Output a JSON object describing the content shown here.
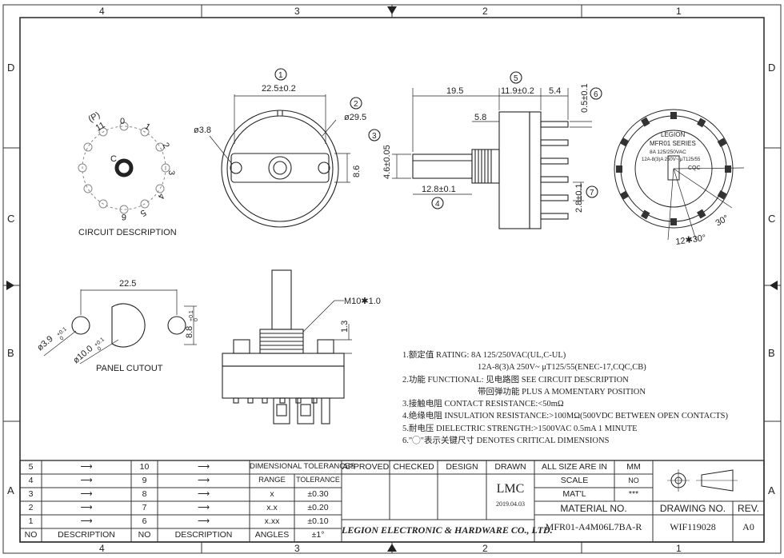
{
  "border": {
    "cols": [
      "4",
      "3",
      "2",
      "1"
    ],
    "rows": [
      "D",
      "C",
      "B",
      "A"
    ]
  },
  "views": {
    "circuit": {
      "caption": "CIRCUIT DESCRIPTION",
      "pins": [
        "0",
        "1",
        "2",
        "3",
        "4",
        "5",
        "6",
        "11",
        "(P)",
        "C"
      ]
    },
    "front": {
      "dims": {
        "width": "22.5±0.2",
        "hole": "ø3.8",
        "outer": "ø29.5",
        "height": "8.6"
      },
      "callouts": [
        "1",
        "2"
      ]
    },
    "side": {
      "dims": {
        "shaft": "19.5",
        "body": "11.9±0.2",
        "term": "5.4",
        "flat": "5.8",
        "thread_h": "4.6±0.05",
        "bush": "12.8±0.1",
        "pitch_v": "2.8±0.1",
        "thick": "0.5±0.1"
      },
      "callouts": [
        "3",
        "4",
        "5",
        "6",
        "7"
      ]
    },
    "rear": {
      "brand": "LEGION",
      "series": "MFR01 SERIES",
      "rating1": "8A 125/250VAC",
      "rating2": "12A-8(3)A 250V~ μT125/55",
      "cert": "CQC",
      "angle": "30°",
      "steps": "12✱30°"
    },
    "panel": {
      "caption": "PANEL CUTOUT",
      "dims": {
        "spacing": "22.5",
        "small": "ø3.9",
        "big": "ø10.0",
        "flat": "8.8"
      },
      "tol": {
        "small_up": "+0.1",
        "small_dn": "0",
        "big_up": "+0.1",
        "big_dn": "0",
        "flat_up": "+0.1",
        "flat_dn": "0"
      }
    },
    "profile": {
      "thread": "M10✱1.0",
      "nut_h": "1.3"
    }
  },
  "notes": [
    {
      "line1": "1.额定值 RATING: 8A 125/250VAC(UL,C-UL)",
      "line2": "12A-8(3)A 250V~ μT125/55(ENEC-17,CQC,CB)"
    },
    {
      "line1": "2.功能 FUNCTIONAL: 见电路图 SEE CIRCUIT DESCRIPTION",
      "line2": "带回弹功能  PLUS A MOMENTARY POSITION"
    },
    {
      "line1": "3.接触电阻 CONTACT RESISTANCE:<50mΩ"
    },
    {
      "line1": "4.绝缘电阻 INSULATION RESISTANCE:>100MΩ(500VDC BETWEEN OPEN CONTACTS)"
    },
    {
      "line1": "5.耐电压 DIELECTRIC STRENGTH:>1500VAC 0.5mA 1 MINUTE"
    },
    {
      "line1": "6.\"◯\"表示关键尺寸 DENOTES CRITICAL DIMENSIONS"
    }
  ],
  "title_block": {
    "rev_left": {
      "rows": [
        "5",
        "4",
        "3",
        "2",
        "1"
      ],
      "no": "NO",
      "desc": "DESCRIPTION",
      "arrow": "⟶"
    },
    "rev_right": {
      "rows": [
        "10",
        "9",
        "8",
        "7",
        "6"
      ],
      "no": "NO",
      "desc": "DESCRIPTION",
      "arrow": "⟶"
    },
    "tolerances": {
      "header": "DIMENSIONAL TOLERANCES",
      "range_label": "RANGE",
      "tol_label": "TOLERANCE",
      "rows": [
        {
          "range": "x",
          "tol": "±0.30"
        },
        {
          "range": "x.x",
          "tol": "±0.20"
        },
        {
          "range": "x.xx",
          "tol": "±0.10"
        },
        {
          "range": "ANGLES",
          "tol": "±1°"
        }
      ]
    },
    "approved": "APPROVED",
    "checked": "CHECKED",
    "design": "DESIGN",
    "drawn": "DRAWN",
    "drawn_by": "LMC",
    "drawn_date": "2019.04.03",
    "company": "LEGION ELECTRONIC & HARDWARE CO., LTD.",
    "size_label": "ALL SIZE ARE IN",
    "size_unit": "MM",
    "scale_label": "SCALE",
    "scale_value": "NO",
    "matl_label": "MAT'L",
    "matl_value": "***",
    "material_no_label": "MATERIAL NO.",
    "material_no": "MFR01-A4M06L7BA-R",
    "drawing_no_label": "DRAWING NO.",
    "drawing_no": "WIF119028",
    "rev_label": "REV.",
    "rev": "A0"
  }
}
